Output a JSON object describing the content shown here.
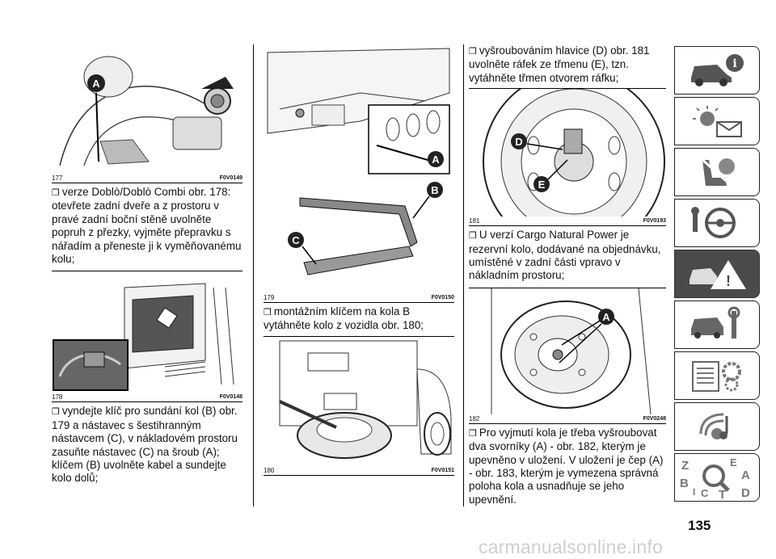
{
  "figures": [
    {
      "number": "177",
      "code": "F0V0149",
      "callouts": [
        "A"
      ]
    },
    {
      "number": "178",
      "code": "F0V0148",
      "callouts": []
    },
    {
      "number": "179",
      "code": "F0V0150",
      "callouts": [
        "A",
        "B",
        "C"
      ]
    },
    {
      "number": "180",
      "code": "F0V0151",
      "callouts": []
    },
    {
      "number": "181",
      "code": "F0V0193",
      "callouts": [
        "D",
        "E"
      ]
    },
    {
      "number": "182",
      "code": "F0V0248",
      "callouts": [
        "A"
      ]
    }
  ],
  "paragraphs": [
    "verze Doblò/Doblò Combi obr. 178: otevřete zadní dveře a z prostoru v pravé zadní boční stěně uvolněte popruh z přezky, vyjměte přepravku s nářadím a přeneste ji k vyměňovanému kolu;",
    "vyndejte klíč pro sundání kol (B) obr. 179 a nástavec s šestihranným nástavcem (C), v nákladovém prostoru zasuňte nástavec (C) na šroub (A); klíčem (B) uvolněte kabel a sundejte kolo dolů;",
    "montážním klíčem na kola B vytáhněte kolo z vozidla obr. 180;",
    "vyšroubováním hlavice (D) obr. 181 uvolněte ráfek ze třmenu (E), tzn. vytáhněte třmen otvorem ráfku;",
    "U verzí Cargo Natural Power je rezervní kolo, dodávané na objednávku, umístěné v zadní části vpravo v nákladním prostoru;",
    "Pro vyjmutí kola je třeba vyšroubovat dva svorníky (A) - obr. 182, kterým je upevněno v uložení. V uložení je čep (A) - obr. 183, kterým je vymezena správná poloha kola a usnadňuje se jeho upevnění."
  ],
  "bullet_glyph": "❒",
  "sidebar": {
    "tabs": [
      {
        "icon": "car-info-icon",
        "active": false
      },
      {
        "icon": "warning-lights-message-icon",
        "active": false
      },
      {
        "icon": "airbag-seat-icon",
        "active": false
      },
      {
        "icon": "steering-wheel-key-icon",
        "active": false
      },
      {
        "icon": "emergency-triangle-icon",
        "active": true
      },
      {
        "icon": "car-maintenance-tools-icon",
        "active": false
      },
      {
        "icon": "technical-data-gears-icon",
        "active": false
      },
      {
        "icon": "multimedia-music-icon",
        "active": false
      },
      {
        "icon": "alphabetical-index-icon",
        "active": false
      }
    ],
    "index_letters": [
      "Z",
      "E",
      "A",
      "B",
      "C",
      "T",
      "D",
      "I"
    ]
  },
  "page_number": "135",
  "watermark": "carmanualsonline.info",
  "colors": {
    "active_tab": "#4a4a4a",
    "watermark": "#cfcfcf",
    "ink": "#111111"
  }
}
